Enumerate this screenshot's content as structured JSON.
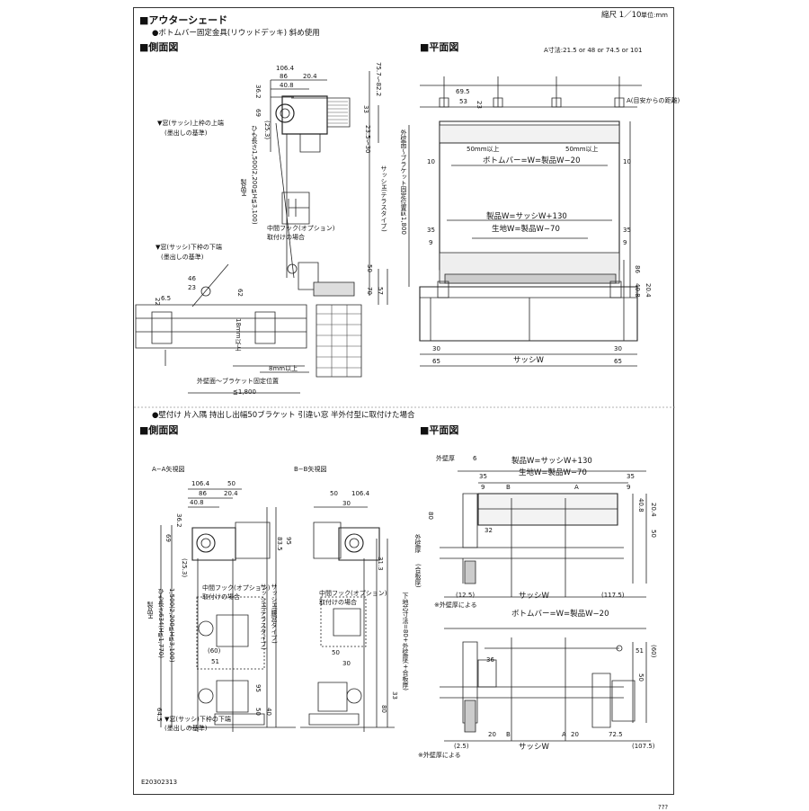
{
  "header": {
    "scale": "縮尺 1／10",
    "unit": "単位:mm",
    "title": "■アウターシェード",
    "subtitle": "●ボトムバー固定金具(リウッドデッキ) 斜め使用",
    "code": "E20302313",
    "section2": "●壁付け 片入隅 持出し出幅50ブラケット 引違い窓 半外付型に取付けた場合",
    "corner_mark": "???"
  },
  "views": {
    "side1_title": "■側面図",
    "plan1_title": "■平面図",
    "side2_title": "■側面図",
    "plan2_title": "■平面図",
    "aa_title": "A−A矢視図",
    "bb_title": "B−B矢視図"
  },
  "side1": {
    "d1064": "106.4",
    "d86": "86",
    "d204": "20.4",
    "d408": "40.8",
    "d362": "36.2",
    "d69": "69",
    "d253": "(25.3)",
    "d33": "33",
    "d757": "75.7〜82.2",
    "d235": "23.5〜30",
    "window_top": "▼窓(サッシ)上枠の上端",
    "window_top2": "(墨出しの基準)",
    "product_h": "製品H",
    "cord": "ひも長さ1,500(2,200≦H≦3,100)",
    "hook": "中間フック(オプション)",
    "hook2": "取付けの場合",
    "sash_h": "サッシH(テラスタイプ)",
    "bracket_pos": "外壁面〜ブラケット固定位置≦1,800",
    "window_bottom": "▼窓(サッシ)下枠の下端",
    "window_bottom2": "(墨出しの基準)",
    "d46": "46",
    "d23": "23",
    "d22": "22",
    "d65": "6.5",
    "d62": "62",
    "d50": "50",
    "d70": "70",
    "d57": "57",
    "d18": "18mm以上",
    "d8": "8mm以上",
    "ext_wall": "外壁面〜ブラケット固定位置",
    "ext_wall2": "≦1,800"
  },
  "plan1": {
    "a_dim": "A寸法:21.5 or 48 or 74.5 or 101",
    "d695": "69.5",
    "d53": "53",
    "d23": "23",
    "a_ref": "A(目安からの距離)",
    "d50a": "50mm以上",
    "d50b": "50mm以上",
    "d10a": "10",
    "d10b": "10",
    "bottom_bar": "ボトムバー=W=製品W−20",
    "product_w": "製品W=サッシW+130",
    "fabric_w": "生地W=製品W−70",
    "d35a": "35",
    "d35b": "35",
    "d9a": "9",
    "d9b": "9",
    "d86": "86",
    "d408": "40.8",
    "d204": "20.4",
    "d30a": "30",
    "d30b": "30",
    "d65a": "65",
    "d65b": "65",
    "sash_w": "サッシW",
    "ext_wall_v": "外壁面〜ブラケット固定位置≦1,800"
  },
  "side2": {
    "d1064": "106.4",
    "d50": "50",
    "d86": "86",
    "d204": "20.4",
    "d408": "40.8",
    "d362": "36.2",
    "d69": "69",
    "d253": "(25.3)",
    "hook": "中間フック(オプション)",
    "hook2": "取付けの場合",
    "product_h": "製品H",
    "cord": "ひも長さ634(H≦1,770)",
    "cord2": "1,500(2,200≦H≦3,100)",
    "sash_terrace": "サッシH(テラスタイプ)",
    "sash_window": "サッシH(腰窓タイプ)",
    "d60": "(60)",
    "d51": "51",
    "d95": "95",
    "d645": "64.5",
    "d50b": "50",
    "d40": "40",
    "window_bottom": "▼窓(サッシ)下枠の下端",
    "window_bottom2": "(墨出しの基準)",
    "d835": "83.5",
    "d95b": "95",
    "d313": "31.3",
    "bb_50": "50",
    "bb_1064": "106.4",
    "bb_30": "30",
    "bb_hook": "中間フック(オプション)",
    "bb_hook2": "取付けの場合",
    "bb_50b": "50",
    "bb_30b": "30",
    "bb_80": "80",
    "bb_33": "33"
  },
  "plan2": {
    "ext_thick": "外壁厚",
    "d6": "6",
    "product_w": "製品W=サッシW+130",
    "fabric_w": "生地W=製品W−70",
    "d35a": "35",
    "d35b": "35",
    "d9a": "9",
    "d9b": "9",
    "b_mark": "B",
    "a_mark": "A",
    "d80": "80",
    "d32": "32",
    "d408": "40.8",
    "d204": "20.4",
    "d50": "50",
    "ext_wall": "外壁厚",
    "plywood": "(合板厚)",
    "d125": "(12.5)",
    "sash_w": "サッシW",
    "d1175": "(117.5)",
    "note_ext": "※外壁厚による",
    "bottom_bar": "ボトムバー=W=製品W−20",
    "v_label": "下地芯寸法=80+外壁厚(+合板厚)",
    "d36": "36",
    "d51": "51",
    "d60": "(60)",
    "d50b": "50",
    "d25": "(2.5)",
    "d20a": "20",
    "d20b": "20",
    "d725": "72.5",
    "d1075": "(107.5)",
    "sash_w2": "サッシW",
    "note_ext2": "※外壁厚による",
    "b2": "B",
    "a2": "A"
  }
}
